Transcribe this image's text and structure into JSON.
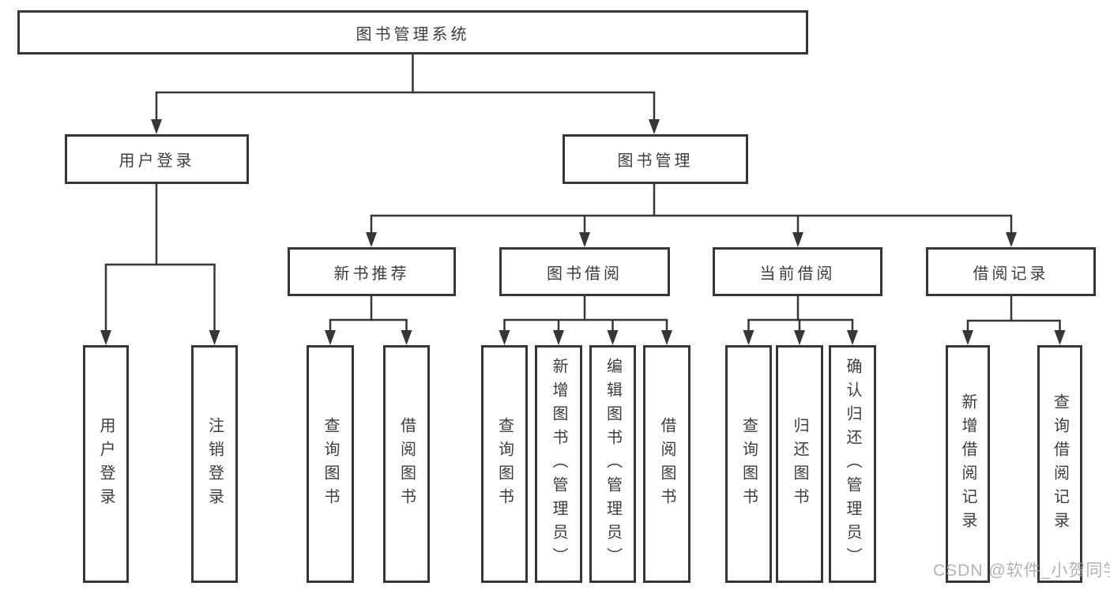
{
  "diagram": {
    "root": {
      "label": "图书管理系统",
      "children": [
        {
          "label": "用户登录",
          "children": [
            {
              "label": "用户登录"
            },
            {
              "label": "注销登录"
            }
          ]
        },
        {
          "label": "图书管理",
          "children": [
            {
              "label": "新书推荐",
              "children": [
                {
                  "label": "查询图书"
                },
                {
                  "label": "借阅图书"
                }
              ]
            },
            {
              "label": "图书借阅",
              "children": [
                {
                  "label": "查询图书"
                },
                {
                  "label": "新增图书（管理员）"
                },
                {
                  "label": "编辑图书（管理员）"
                },
                {
                  "label": "借阅图书"
                }
              ]
            },
            {
              "label": "当前借阅",
              "children": [
                {
                  "label": "查询图书"
                },
                {
                  "label": "归还图书"
                },
                {
                  "label": "确认归还（管理员）"
                }
              ]
            },
            {
              "label": "借阅记录",
              "children": [
                {
                  "label": "新增借阅记录"
                },
                {
                  "label": "查询借阅记录"
                }
              ]
            }
          ]
        }
      ]
    }
  },
  "watermark": "CSDN @软件_小贺同学",
  "colors": {
    "line": "#363636",
    "text": "#3d3d3d",
    "background": "#ffffff",
    "watermark": "#a8a8a8"
  }
}
